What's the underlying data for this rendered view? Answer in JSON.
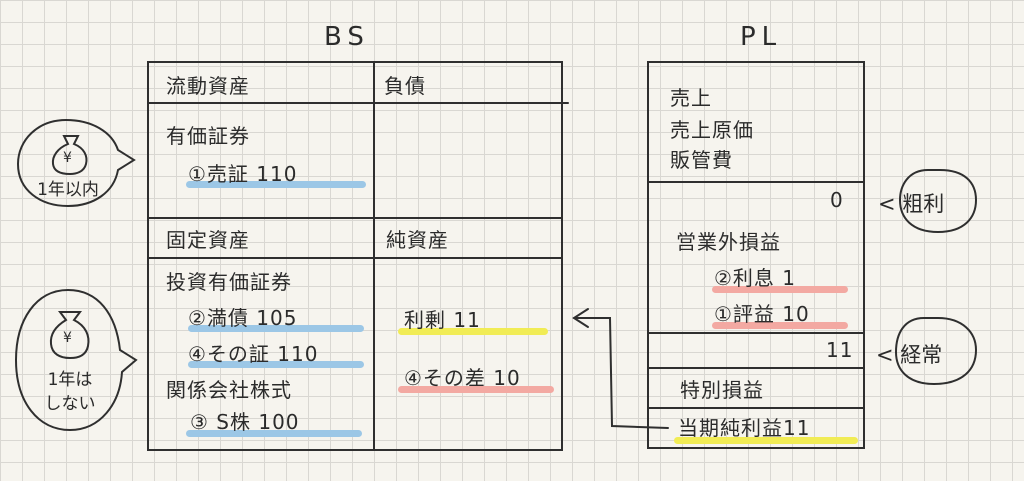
{
  "bs": {
    "title": "BS",
    "current_assets": "流動資産",
    "liabilities": "負債",
    "securities": "有価証券",
    "trading_item": "①売証 110",
    "fixed_assets": "固定資産",
    "net_assets": "純資産",
    "investment_securities": "投資有価証券",
    "htm_item": "②満債 105",
    "other_item": "④その証 110",
    "affiliates": "関係会社株式",
    "subsidiary_item": "③ S株 100",
    "retained_earnings": "利剰 11",
    "valuation_diff": "④その差 10"
  },
  "pl": {
    "title": "PL",
    "sales": "売上",
    "cogs": "売上原価",
    "sga": "販管費",
    "gross_value": "0",
    "non_operating": "営業外損益",
    "interest": "②利息 1",
    "valuation_gain": "①評益 10",
    "ordinary_value": "11",
    "extraordinary": "特別損益",
    "net_income": "当期純利益11"
  },
  "bubbles": {
    "within_one_year": "1年以内",
    "not_within_one_year_1": "1年は",
    "not_within_one_year_2": "しない",
    "yen_symbol": "¥"
  },
  "callouts": {
    "gross": "< 粗利",
    "ordinary": "< 経常"
  }
}
